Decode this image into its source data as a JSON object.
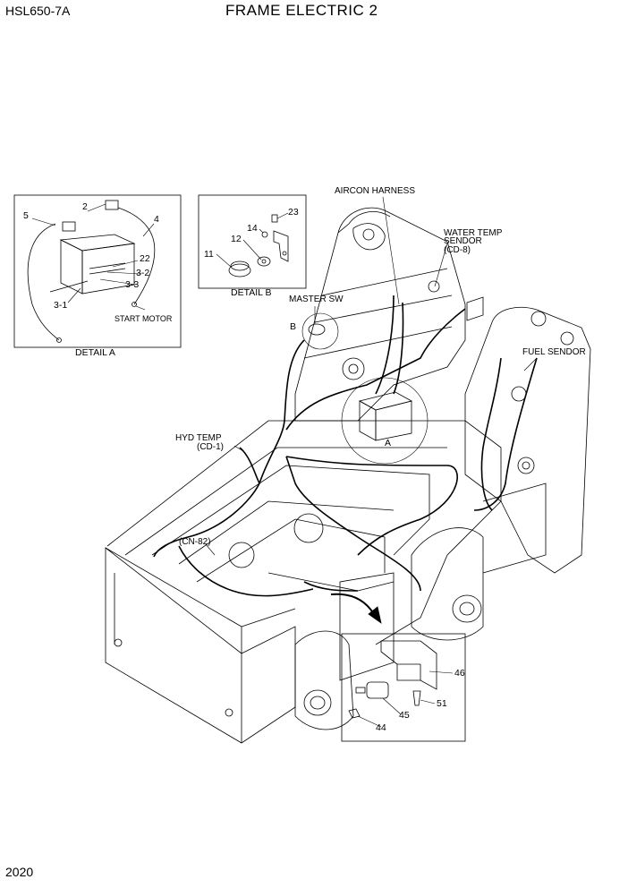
{
  "header": {
    "model": "HSL650-7A",
    "title": "FRAME ELECTRIC 2"
  },
  "page_number": "2020",
  "detail_a": {
    "caption": "DETAIL A",
    "callouts": [
      "5",
      "2",
      "4",
      "22",
      "3-2",
      "3-3",
      "3-1"
    ],
    "start_motor": "START MOTOR"
  },
  "detail_b": {
    "caption": "DETAIL B",
    "callouts": [
      "23",
      "14",
      "12",
      "11"
    ]
  },
  "labels": {
    "aircon_harness": "AIRCON HARNESS",
    "water_temp_1": "WATER TEMP",
    "water_temp_2": "SENDOR",
    "water_temp_3": "(CD-8)",
    "master_sw": "MASTER SW",
    "marker_b": "B",
    "marker_a": "A",
    "fuel_sendor": "FUEL SENDOR",
    "hyd_temp_1": "HYD TEMP",
    "hyd_temp_2": "(CD-1)",
    "cn82": "(CN-82)"
  },
  "inset": {
    "callouts": [
      "46",
      "51",
      "45",
      "44"
    ]
  }
}
